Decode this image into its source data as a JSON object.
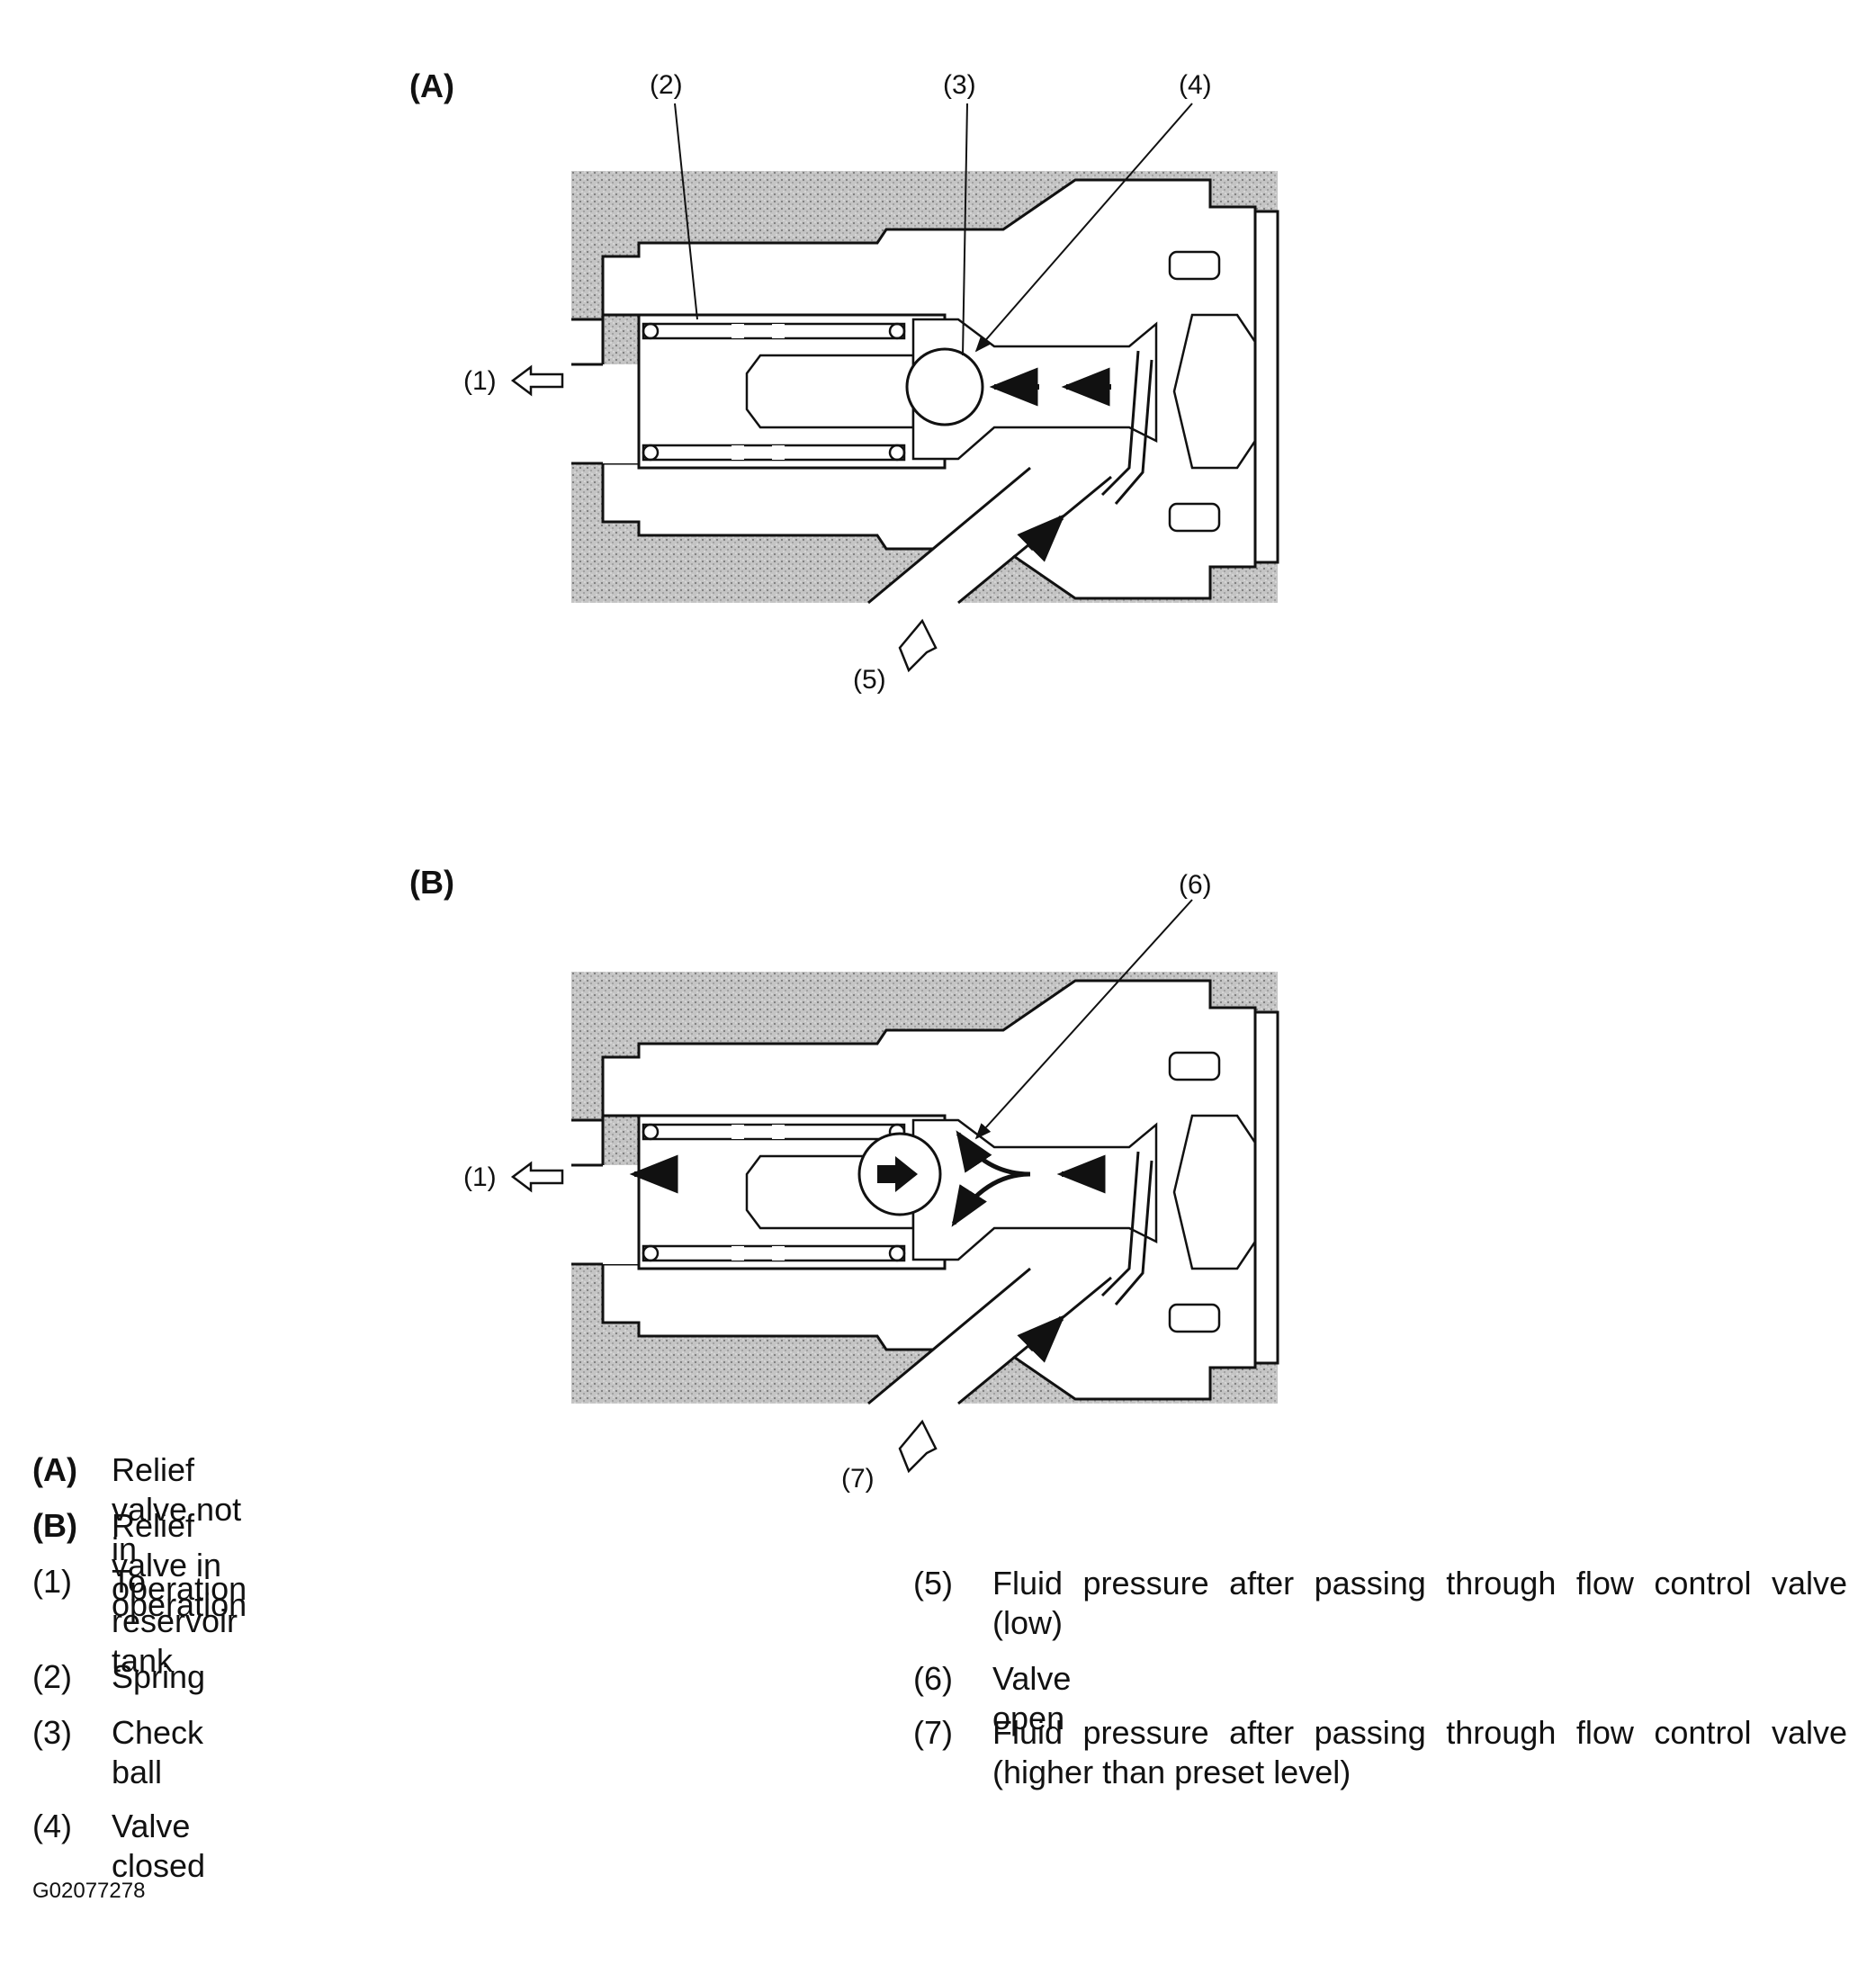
{
  "panels": {
    "a": {
      "title": "(A)",
      "callouts": {
        "c2": "(2)",
        "c3": "(3)",
        "c4": "(4)",
        "c1": "(1)",
        "c5": "(5)"
      }
    },
    "b": {
      "title": "(B)",
      "callouts": {
        "c6": "(6)",
        "c1": "(1)",
        "c7": "(7)"
      }
    }
  },
  "legend": {
    "a": {
      "key": "(A)",
      "text": "Relief valve not in operation"
    },
    "b": {
      "key": "(B)",
      "text": "Relief valve in operation"
    },
    "i1": {
      "key": "(1)",
      "text": "To reservoir tank"
    },
    "i2": {
      "key": "(2)",
      "text": "Spring"
    },
    "i3": {
      "key": "(3)",
      "text": "Check ball"
    },
    "i4": {
      "key": "(4)",
      "text": "Valve closed"
    },
    "i5": {
      "key": "(5)",
      "text": "Fluid pressure after passing through flow control valve (low)"
    },
    "i6": {
      "key": "(6)",
      "text": "Valve open"
    },
    "i7": {
      "key": "(7)",
      "text": "Fluid pressure after passing through flow control valve (higher than preset level)"
    }
  },
  "figure_id": "G02077278",
  "colors": {
    "ink": "#111111",
    "housing": "#bdbdbd",
    "background": "#ffffff"
  }
}
